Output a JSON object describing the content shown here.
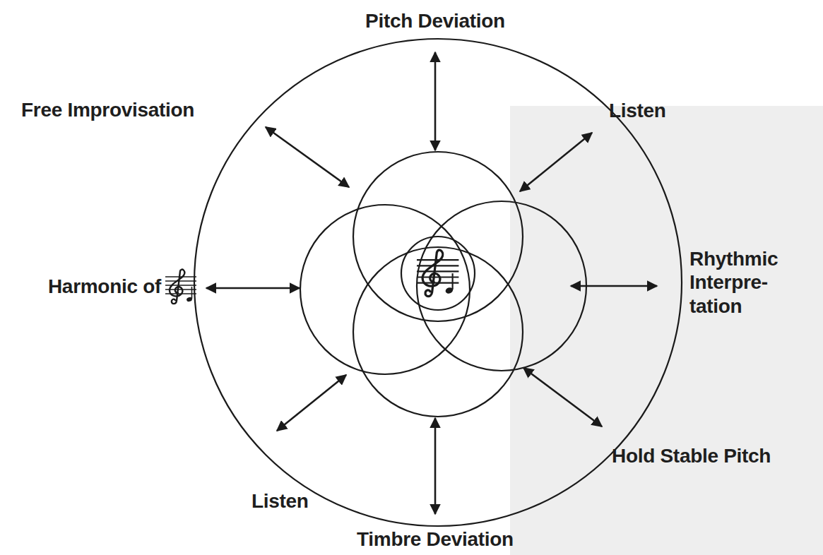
{
  "diagram": {
    "labels": [
      "Pitch Deviation",
      "Free Improvisation",
      "Listen",
      "Harmonic of",
      "Rhythmic Interpre- tation",
      "Hold Stable Pitch",
      "Listen",
      "Timbre Deviation"
    ]
  }
}
